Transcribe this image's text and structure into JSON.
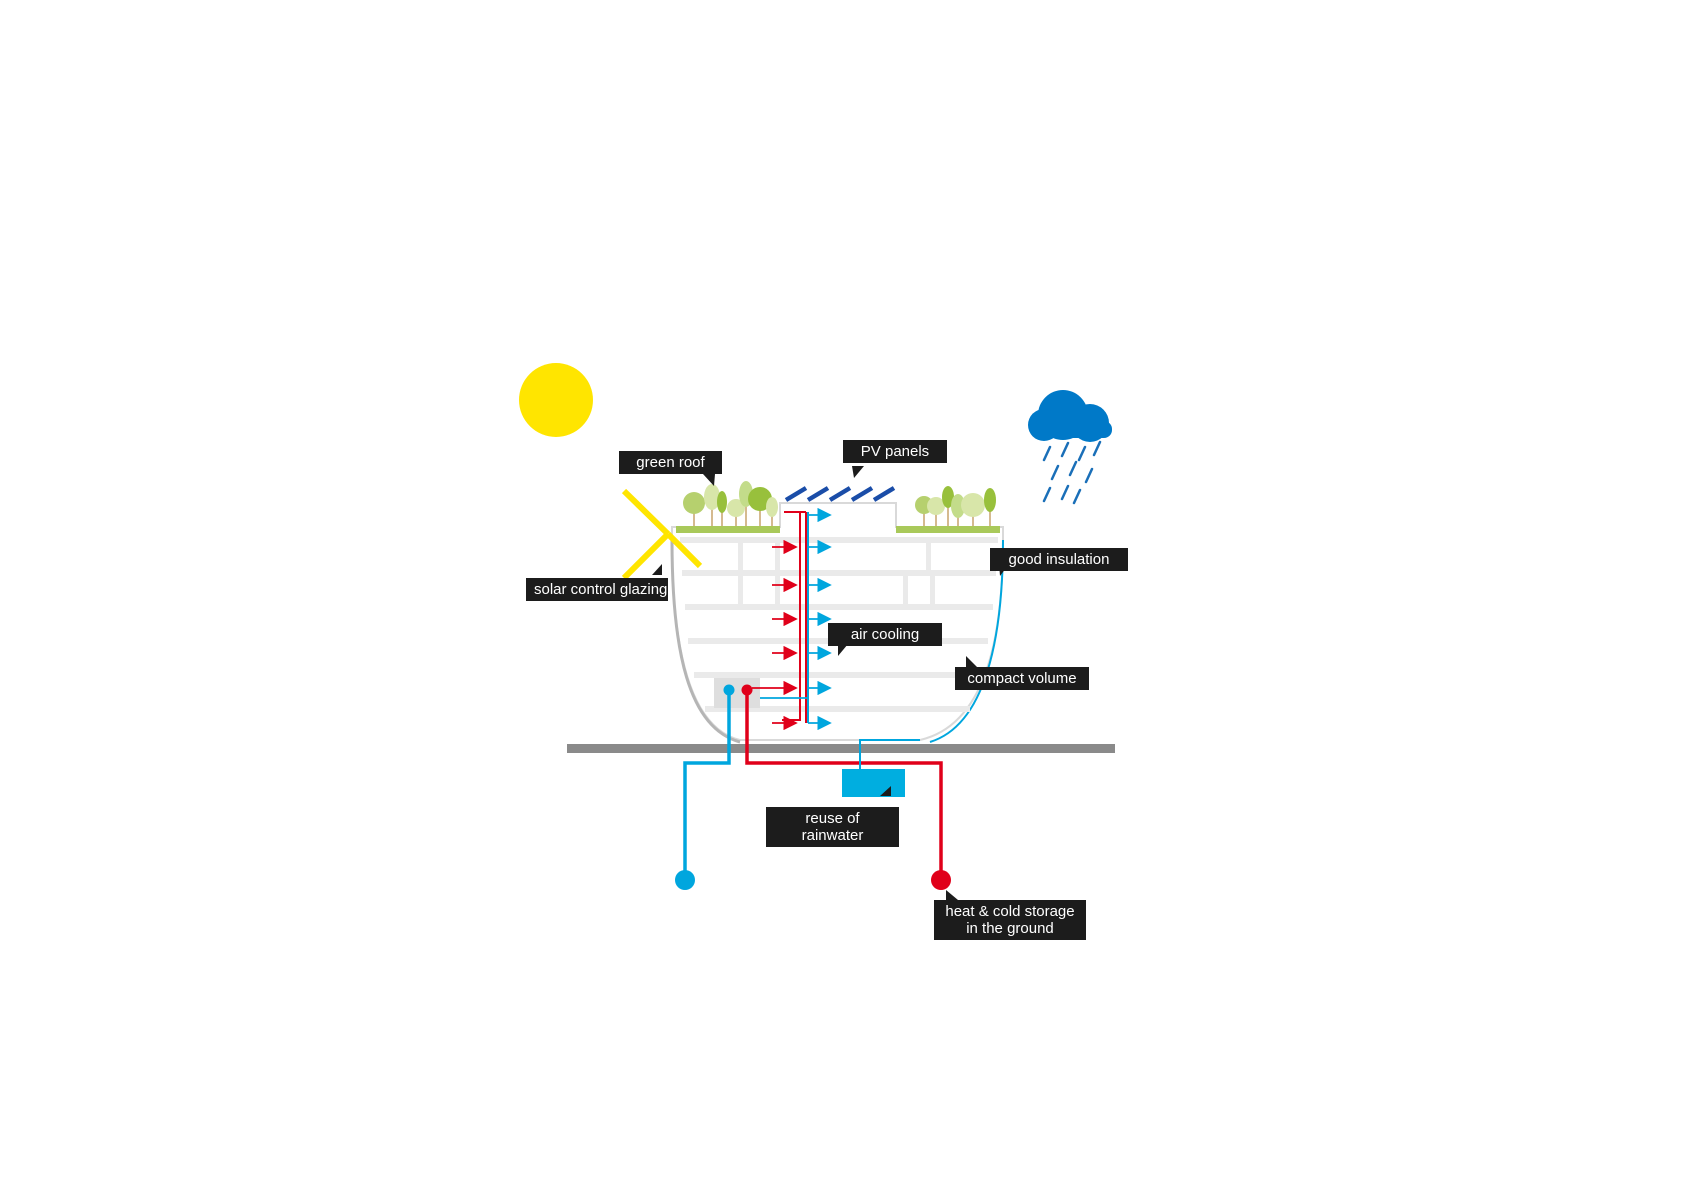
{
  "labels": {
    "green_roof": "green roof",
    "pv_panels": "PV panels",
    "solar_control_glazing": "solar control glazing",
    "good_insulation": "good insulation",
    "air_cooling": "air cooling",
    "compact_volume": "compact volume",
    "reuse_of_rainwater": [
      "reuse of",
      "rainwater"
    ],
    "heat_cold_storage": [
      "heat & cold storage",
      "in the ground"
    ]
  },
  "icons": {
    "sun": "sun-icon",
    "cloud": "rain-cloud-icon",
    "pv": "pv-panel-icon",
    "tree": "tree-icon",
    "tank": "rainwater-tank-icon"
  },
  "colors": {
    "sun": "#ffe500",
    "cloud": "#0079c8",
    "rain": "#1a6fb8",
    "cold": "#00a6de",
    "hot": "#e0001a",
    "pv": "#1a4da8",
    "label_bg": "#1c1c1c",
    "ground": "#8a8a8a",
    "greenery": "#a9c95a"
  }
}
